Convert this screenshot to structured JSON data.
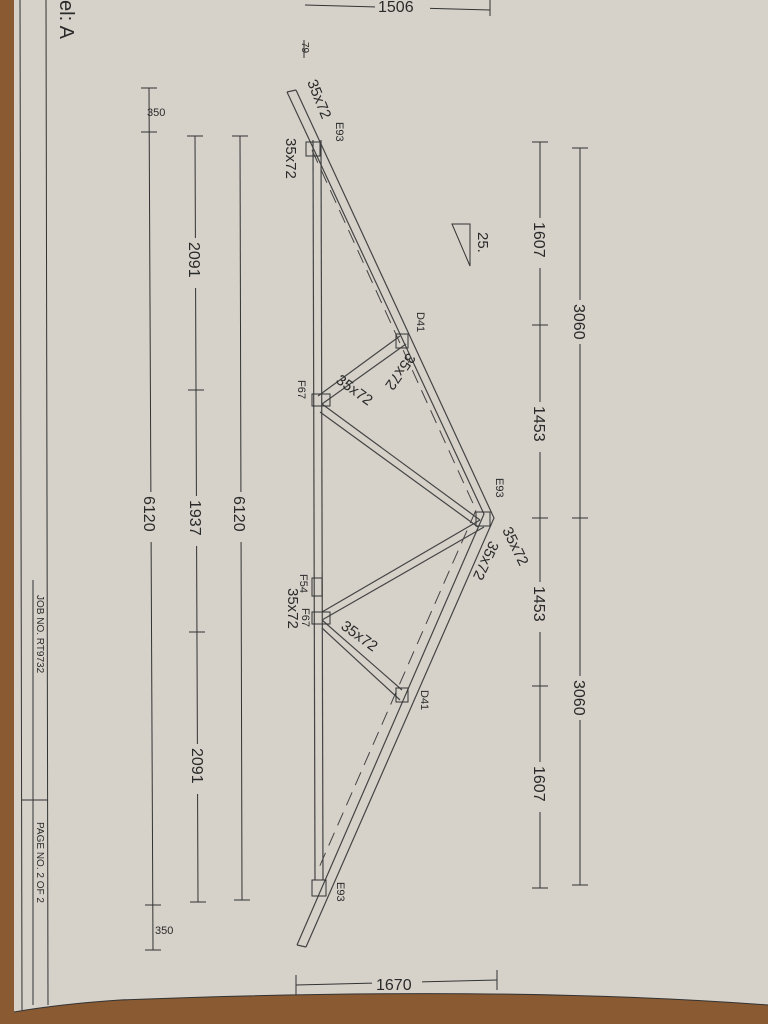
{
  "sheet": {
    "model_label": "el: A",
    "job_no": "JOB NO.  RT9732",
    "page_no": "PAGE NO.  2 OF 2",
    "pitch": "25."
  },
  "dimensions": {
    "overhang_top": "1506",
    "overhang_bottom": "1670",
    "small_offset": "79",
    "half_spans": [
      "3060",
      "3060"
    ],
    "panel_spans": [
      "1607",
      "1453",
      "1453",
      "1607"
    ],
    "overall_span_a": "6120",
    "bottom_panels": [
      "2091",
      "1937",
      "2091"
    ],
    "overall_span_b": "6120",
    "heel_left": "350",
    "heel_right": "350"
  },
  "members": {
    "top_chord_left": "35x72",
    "bottom_chord": "35x72",
    "web_upper_1": "35x72",
    "web_upper_2": "35x72",
    "web_apex_1": "35x72",
    "web_apex_2": "35x72",
    "web_lower_1": "35x72",
    "web_lower_2": "35x72"
  },
  "plates": {
    "heel_left": "E93",
    "panel_upper": "D41",
    "bottom_upper": "F67",
    "apex": "E93",
    "splice": "F54",
    "bottom_lower": "F67",
    "panel_lower": "D41",
    "heel_right": "E93"
  },
  "colors": {
    "paper": "#d6d2ca",
    "ink": "#2a2a2a",
    "wood": "#8a5a32"
  }
}
